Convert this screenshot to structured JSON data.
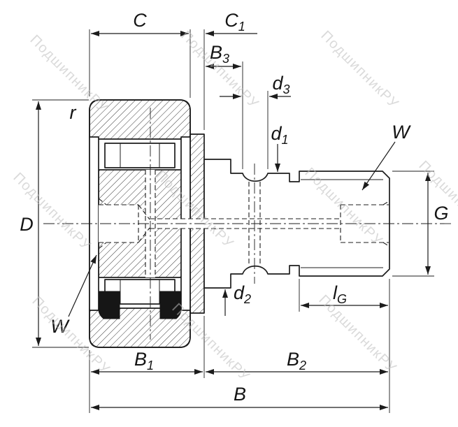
{
  "watermark": {
    "text": "ПодшипникРУ"
  },
  "labels": {
    "c": {
      "main": "C",
      "sub": ""
    },
    "c1": {
      "main": "C",
      "sub": "1"
    },
    "b3": {
      "main": "B",
      "sub": "3"
    },
    "d3": {
      "main": "d",
      "sub": "3"
    },
    "d1": {
      "main": "d",
      "sub": "1"
    },
    "w_top": {
      "main": "W",
      "sub": ""
    },
    "r": {
      "main": "r",
      "sub": ""
    },
    "d_out": {
      "main": "D",
      "sub": ""
    },
    "g": {
      "main": "G",
      "sub": ""
    },
    "d2": {
      "main": "d",
      "sub": "2"
    },
    "lg": {
      "main": "l",
      "sub": "G"
    },
    "w_bot": {
      "main": "W",
      "sub": ""
    },
    "b1": {
      "main": "B",
      "sub": "1"
    },
    "b2": {
      "main": "B",
      "sub": "2"
    },
    "b": {
      "main": "B",
      "sub": ""
    }
  },
  "colors": {
    "line": "#1c1c1c",
    "hatch": "#3c3c3c",
    "seal": "#161616",
    "watermark": "#bdbdbd",
    "background": "#ffffff"
  }
}
